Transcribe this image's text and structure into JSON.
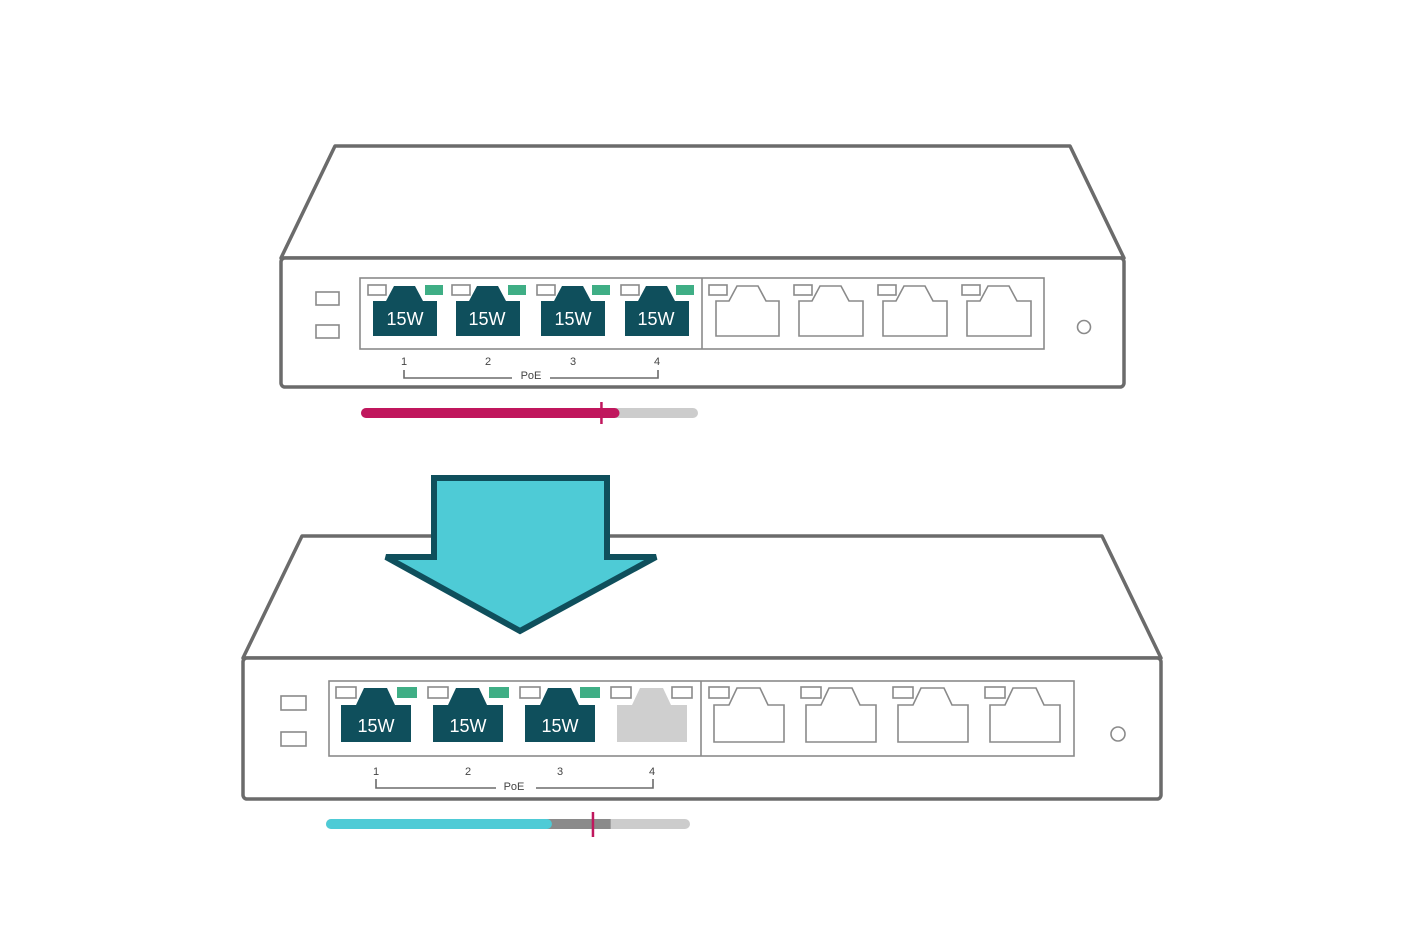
{
  "colors": {
    "poe_port": "#0f4f5c",
    "poe_led": "#3fae85",
    "disabled_port": "#cfcfcf",
    "budget_over": "#c0175d",
    "budget_ok": "#4ecbd6",
    "budget_track": "#cccccc",
    "budget_used": "#8a8a8a",
    "limit_marker": "#c0175d",
    "arrow_fill": "#4ecbd6",
    "arrow_stroke": "#0f4f5c"
  },
  "poe_group_label": "PoE",
  "top_switch": {
    "ports": [
      {
        "number": "1",
        "power": "15W",
        "state": "active"
      },
      {
        "number": "2",
        "power": "15W",
        "state": "active"
      },
      {
        "number": "3",
        "power": "15W",
        "state": "active"
      },
      {
        "number": "4",
        "power": "15W",
        "state": "active"
      }
    ],
    "budget": {
      "fill_fraction": 0.76,
      "limit_fraction": 0.72
    }
  },
  "bottom_switch": {
    "ports": [
      {
        "number": "1",
        "power": "15W",
        "state": "active"
      },
      {
        "number": "2",
        "power": "15W",
        "state": "active"
      },
      {
        "number": "3",
        "power": "15W",
        "state": "active"
      },
      {
        "number": "4",
        "power": "",
        "state": "disabled"
      }
    ],
    "budget": {
      "fill_fraction": 0.61,
      "used_fraction": 0.79,
      "limit_fraction": 0.74
    }
  },
  "icons": [
    "down-arrow-icon",
    "rj45-port-icon",
    "power-led-icon"
  ]
}
